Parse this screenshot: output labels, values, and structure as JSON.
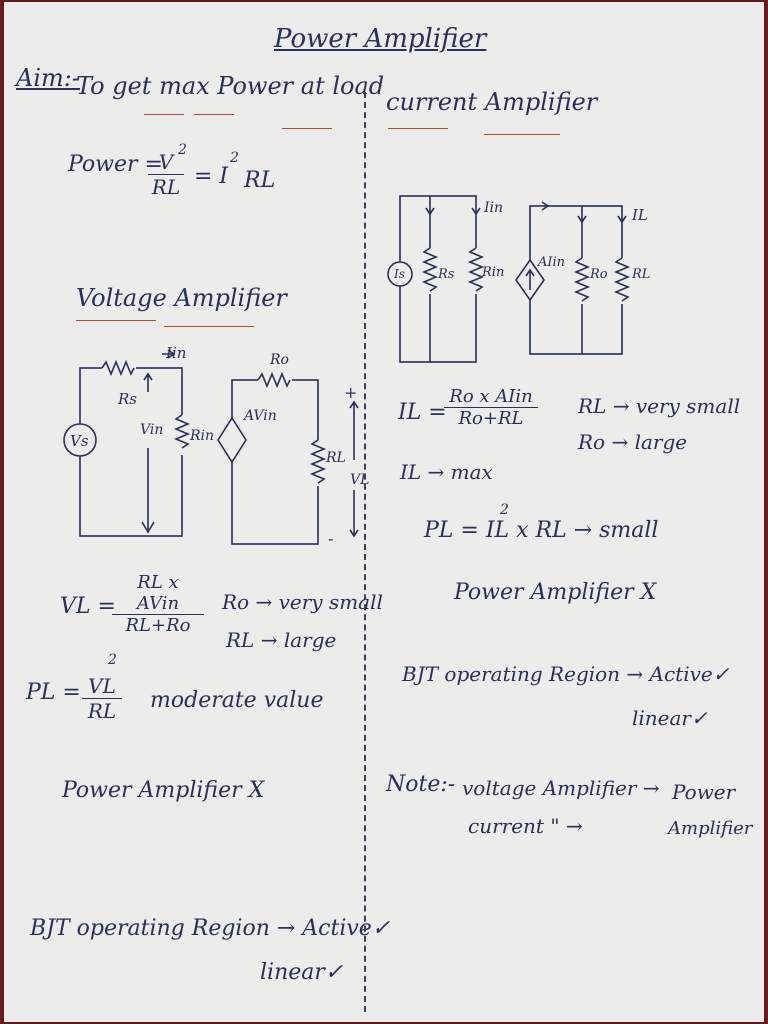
{
  "title": "Power Amplifier",
  "aim": {
    "label": "Aim:-",
    "text": "To get max Power at load"
  },
  "power_formula": {
    "lhs": "Power =",
    "num": "V",
    "exp": "2",
    "den": "RL",
    "rhs": "= I",
    "rhs_exp": "2",
    "rhs_tail": "RL"
  },
  "voltage_amp": {
    "heading": "Voltage Amplifier",
    "circuit_labels": {
      "iin": "Iin",
      "rs": "Rs",
      "vs": "Vs",
      "vin": "Vin",
      "rin": "Rin",
      "ro": "Ro",
      "avin": "AVin",
      "rl": "RL",
      "vl": "VL",
      "plus": "+",
      "minus": "-"
    },
    "vl_lhs": "VL =",
    "vl_num": "RL x AVin",
    "vl_den": "RL+Ro",
    "cond1": "Ro → very small",
    "cond2": "RL → large",
    "pl_lhs": "PL =",
    "pl_num": "VL",
    "pl_exp": "2",
    "pl_den": "RL",
    "pl_note": "moderate value",
    "verdict": "Power Amplifier X",
    "bjt": "BJT operating Region → Active✓",
    "bjt2": "linear✓"
  },
  "current_amp": {
    "heading": "current Amplifier",
    "circuit_labels": {
      "iin": "Iin",
      "is": "Is",
      "rs": "Rs",
      "rin": "Rin",
      "aiin": "AIin",
      "ro": "Ro",
      "rl": "RL",
      "il": "IL"
    },
    "il_lhs": "IL =",
    "il_num": "Ro x AIin",
    "il_den": "Ro+RL",
    "cond1": "RL → very small",
    "cond2": "Ro → large",
    "il_max": "IL → max",
    "pl_expr": "PL = IL x RL → small",
    "pl_exp": "2",
    "verdict": "Power Amplifier X",
    "bjt": "BJT operating Region → Active✓",
    "bjt2": "linear✓"
  },
  "note": {
    "label": "Note:-",
    "line1": "voltage Amplifier →",
    "line2": "current  \" →",
    "right1": "Power",
    "right2": "Amplifier"
  }
}
